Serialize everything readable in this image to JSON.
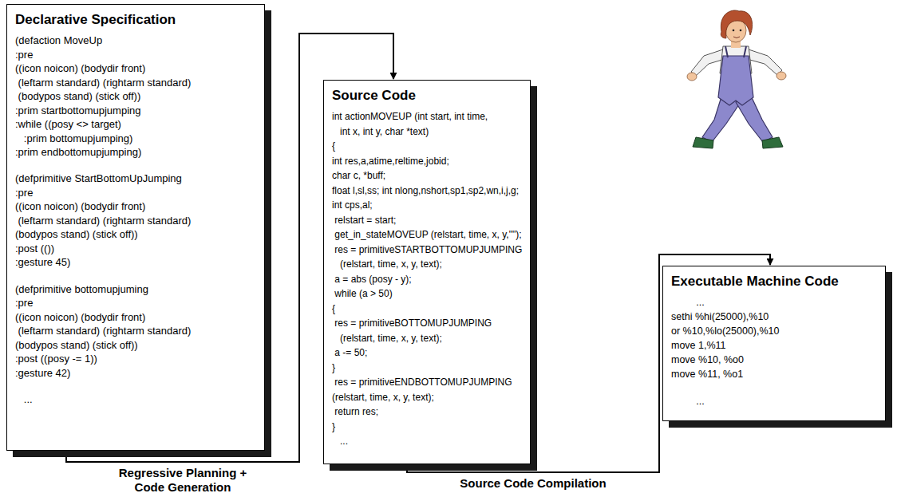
{
  "diagram": {
    "nodes": [
      {
        "text": [
          "Declarative Specification",
          "(defaction MoveUp",
          ":pre",
          "((icon noicon) (bodydir front)",
          " (leftarm standard) (rightarm standard)",
          " (bodypos stand) (stick off))",
          ":prim startbottomupjumping",
          ":while ((posy <> target)",
          "   :prim bottomupjumping)",
          ":prim endbottomupjumping)",
          "(defprimitive StartBottomUpJumping",
          ":pre",
          "((icon noicon) (bodydir front)",
          " (leftarm standard) (rightarm standard)",
          "(bodypos stand) (stick off))",
          ":post (())",
          ":gesture 45)",
          "(defprimitive bottomupjuming",
          ":pre",
          "((icon noicon) (bodydir front)",
          " (leftarm standard) (rightarm standard)",
          "(bodypos stand) (stick off))",
          ":post ((posy -= 1))",
          ":gesture 42)",
          "   ..."
        ]
      },
      {
        "text": [
          "Source Code",
          "int actionMOVEUP (int start, int time,",
          "   int x, int y, char *text)",
          "{",
          "int res,a,atime,reltime,jobid;",
          "char c, *buff;",
          "float l,sl,ss; int nlong,nshort,sp1,sp2,wn,i,j,g;",
          "int cps,al;",
          " relstart = start;",
          " get_in_stateMOVEUP (relstart, time, x, y,\"\");",
          " res = primitiveSTARTBOTTOMUPJUMPING",
          "   (relstart, time, x, y, text);",
          " a = abs (posy - y);",
          " while (a > 50)",
          "{",
          " res = primitiveBOTTOMUPJUMPING",
          "   (relstart, time, x, y, text);",
          " a -= 50;",
          "}",
          " res = primitiveENDBOTTOMUPJUMPING",
          "(relstart, time, x, y, text);",
          " return res;",
          "}",
          "   ..."
        ]
      },
      {
        "text": [
          "Executable Machine Code",
          "         ...",
          "sethi %hi(25000),%10",
          "or %10,%lo(25000),%10",
          "move 1,%11",
          "move %10, %o0",
          "move %11, %o1",
          "         ..."
        ]
      }
    ],
    "edges": [
      {
        "from": 0,
        "to": 1,
        "arrow": "to",
        "label": "Regressive Planning + Code Generation"
      },
      {
        "from": 1,
        "to": 2,
        "arrow": "to",
        "label": "Source Code Compilation"
      }
    ]
  }
}
